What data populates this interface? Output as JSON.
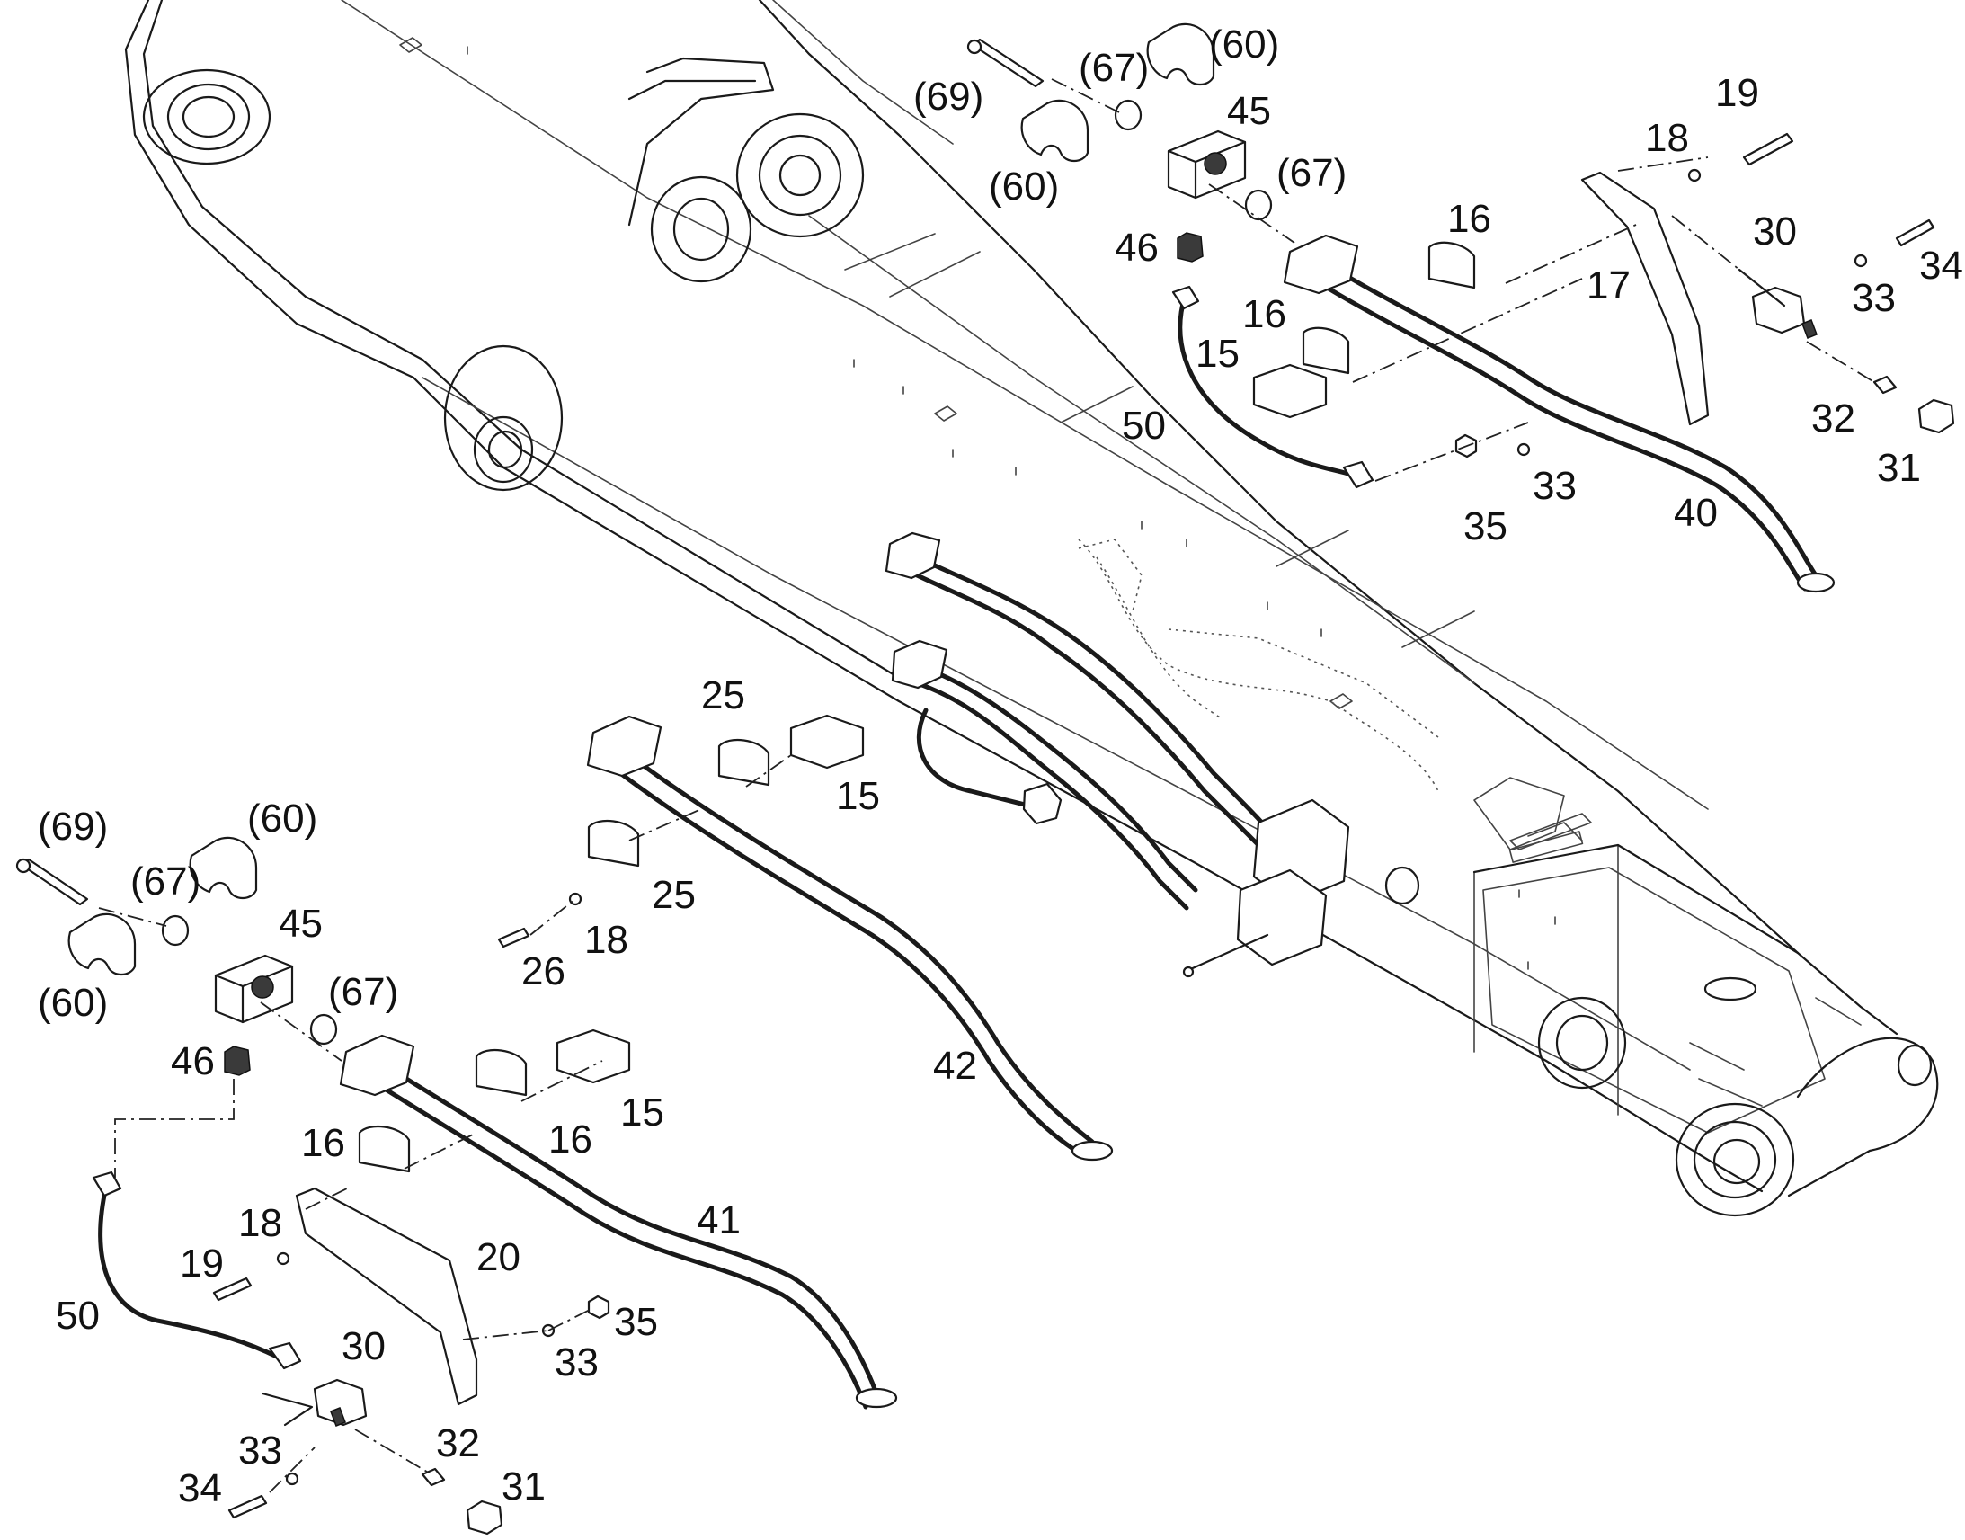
{
  "labels": {
    "upper": {
      "p69": "(69)",
      "p60a": "(60)",
      "p60b": "(60)",
      "p67a": "(67)",
      "p67b": "(67)",
      "p45": "45",
      "p46": "46",
      "p15": "15",
      "p50": "50",
      "p16a": "16",
      "p16b": "16",
      "p17": "17",
      "p18": "18",
      "p19": "19",
      "p30": "30",
      "p33a": "33",
      "p34": "34",
      "p32": "32",
      "p31": "31",
      "p33b": "33",
      "p35": "35",
      "p40": "40"
    },
    "middle": {
      "p25a": "25",
      "p15": "15",
      "p25b": "25",
      "p18": "18",
      "p26": "26",
      "p42": "42"
    },
    "lower": {
      "p69": "(69)",
      "p60a": "(60)",
      "p67a": "(67)",
      "p45": "45",
      "p60b": "(60)",
      "p67b": "(67)",
      "p46": "46",
      "p15": "15",
      "p16a": "16",
      "p16b": "16",
      "p18": "18",
      "p19": "19",
      "p20": "20",
      "p41": "41",
      "p50": "50",
      "p30": "30",
      "p35": "35",
      "p33a": "33",
      "p33b": "33",
      "p32": "32",
      "p34": "34",
      "p31": "31"
    }
  }
}
